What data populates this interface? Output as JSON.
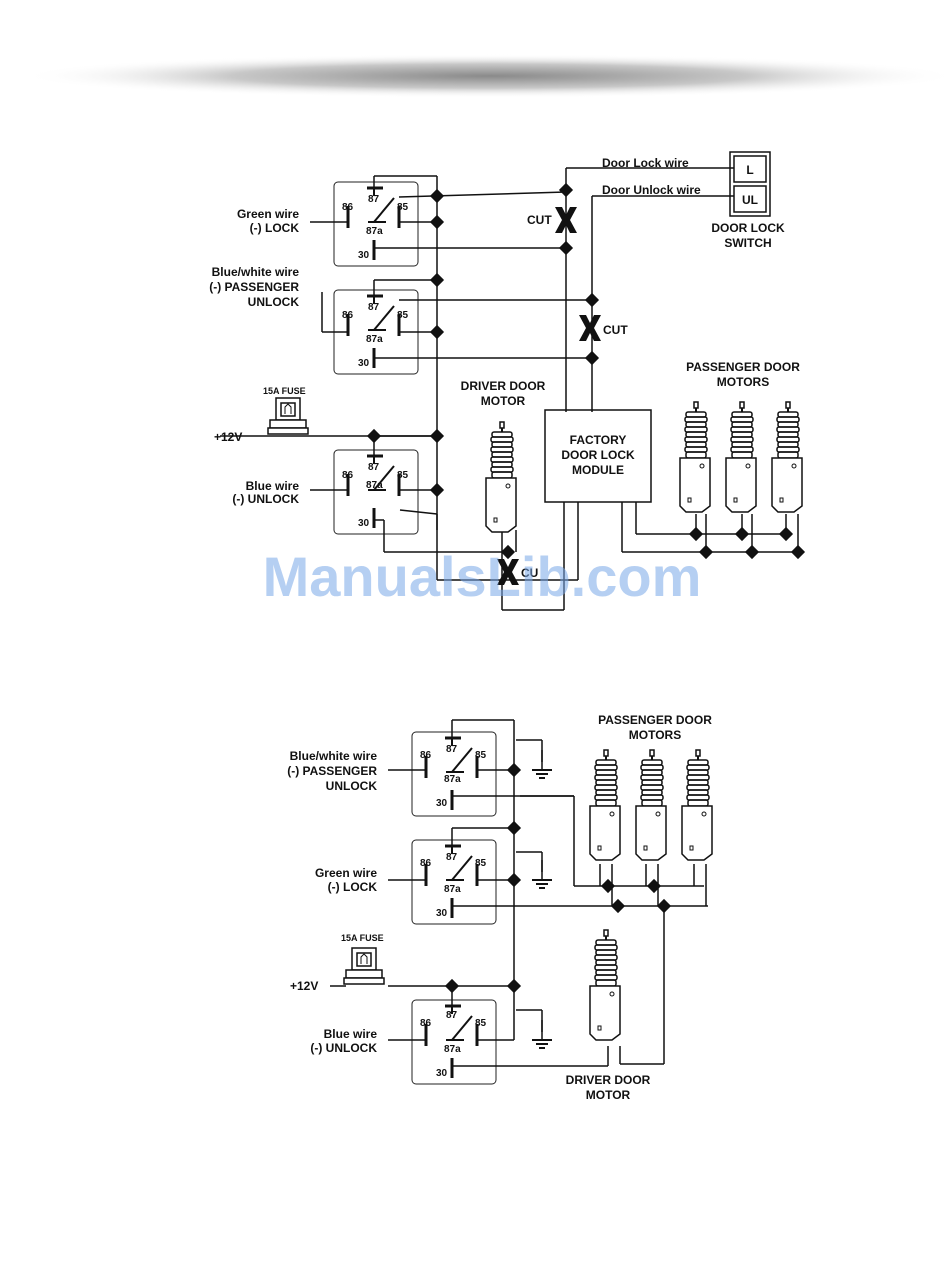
{
  "diagram1": {
    "relay_pins": {
      "p87": "87",
      "p86": "86",
      "p85": "85",
      "p87a": "87a",
      "p30": "30"
    },
    "relay1_label": [
      "Green wire",
      "(-) LOCK"
    ],
    "relay2_label": [
      "Blue/white wire",
      "(-) PASSENGER",
      "UNLOCK"
    ],
    "relay3_label": [
      "Blue wire",
      "(-) UNLOCK"
    ],
    "fuse": "15A FUSE",
    "power": "+12V",
    "door_lock_wire": "Door Lock wire",
    "door_unlock_wire": "Door Unlock wire",
    "switch_lock": "L",
    "switch_unlock": "UL",
    "switch_label": [
      "DOOR LOCK",
      "SWITCH"
    ],
    "cut": "CUT",
    "cut_partial": "CU",
    "driver_motor": [
      "DRIVER DOOR",
      "MOTOR"
    ],
    "factory_module": [
      "FACTORY",
      "DOOR LOCK",
      "MODULE"
    ],
    "passenger_motors": [
      "PASSENGER DOOR",
      "MOTORS"
    ]
  },
  "watermark": "ManualsLib.com",
  "diagram2": {
    "relay1_label": [
      "Blue/white wire",
      "(-) PASSENGER",
      "UNLOCK"
    ],
    "relay2_label": [
      "Green wire",
      "(-) LOCK"
    ],
    "relay3_label": [
      "Blue wire",
      "(-) UNLOCK"
    ],
    "fuse": "15A FUSE",
    "power": "+12V",
    "passenger_motors": [
      "PASSENGER DOOR",
      "MOTORS"
    ],
    "driver_motor": [
      "DRIVER DOOR",
      "MOTOR"
    ]
  }
}
